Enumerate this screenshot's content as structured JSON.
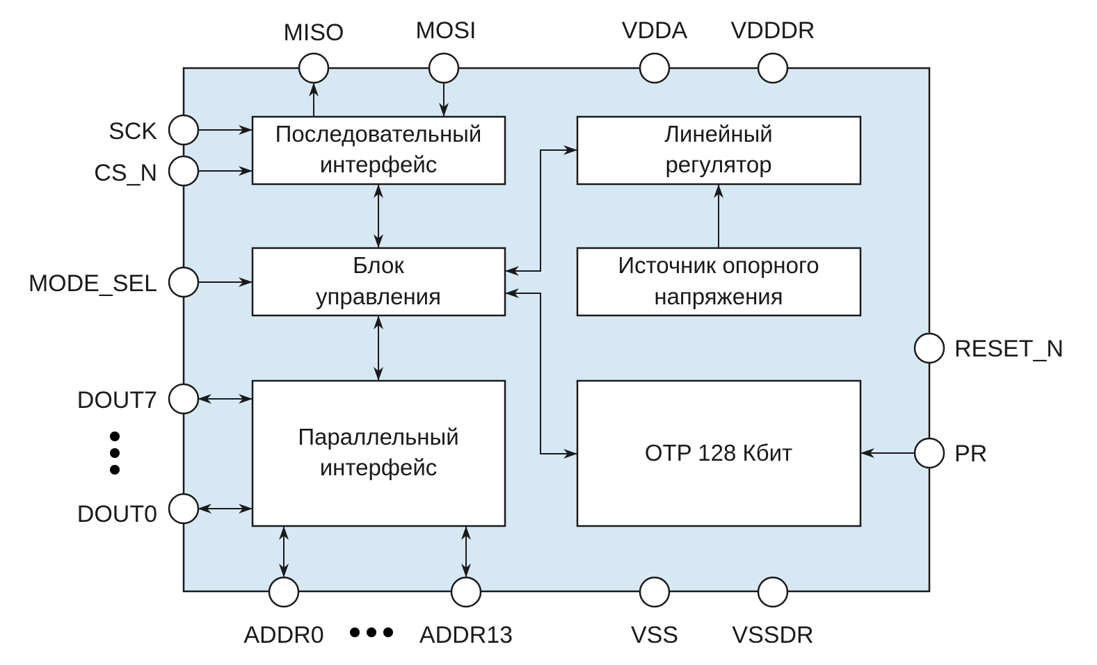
{
  "diagram": {
    "title": "",
    "colors": {
      "chip_fill": "#d7e8f5",
      "block_fill": "#ffffff",
      "line": "#1a1a1a"
    },
    "blocks": {
      "serial": {
        "line1": "Последовательный",
        "line2": "интерфейс"
      },
      "control": {
        "line1": "Блок",
        "line2": "управления"
      },
      "parallel": {
        "line1": "Параллельный",
        "line2": "интерфейс"
      },
      "regulator": {
        "line1": "Линейный",
        "line2": "регулятор"
      },
      "reference": {
        "line1": "Источник опорного",
        "line2": "напряжения"
      },
      "otp": {
        "line1": "OTP 128 Кбит"
      }
    },
    "pins": {
      "top": [
        "MISO",
        "MOSI",
        "VDDA",
        "VDDDR"
      ],
      "left": [
        "SCK",
        "CS_N",
        "MODE_SEL",
        "DOUT7",
        "DOUT0"
      ],
      "right": [
        "RESET_N",
        "PR"
      ],
      "bottom": [
        "ADDR0",
        "ADDR13",
        "VSS",
        "VSSDR"
      ]
    },
    "ellipsis": "•••",
    "connections": [
      {
        "from": "serial",
        "to": "MISO",
        "direction": "out"
      },
      {
        "from": "MOSI",
        "to": "serial",
        "direction": "in"
      },
      {
        "from": "SCK",
        "to": "serial",
        "direction": "in"
      },
      {
        "from": "CS_N",
        "to": "serial",
        "direction": "in"
      },
      {
        "from": "serial",
        "to": "control",
        "direction": "bidirectional"
      },
      {
        "from": "MODE_SEL",
        "to": "control",
        "direction": "in"
      },
      {
        "from": "control",
        "to": "parallel",
        "direction": "bidirectional"
      },
      {
        "from": "DOUT7",
        "to": "parallel",
        "direction": "bidirectional"
      },
      {
        "from": "DOUT0",
        "to": "parallel",
        "direction": "bidirectional"
      },
      {
        "from": "ADDR0",
        "to": "parallel",
        "direction": "bidirectional"
      },
      {
        "from": "ADDR13",
        "to": "parallel",
        "direction": "bidirectional"
      },
      {
        "from": "control",
        "to": "regulator",
        "direction": "bidirectional"
      },
      {
        "from": "reference",
        "to": "regulator",
        "direction": "out"
      },
      {
        "from": "control",
        "to": "otp",
        "direction": "bidirectional"
      },
      {
        "from": "PR",
        "to": "otp",
        "direction": "in"
      }
    ]
  }
}
